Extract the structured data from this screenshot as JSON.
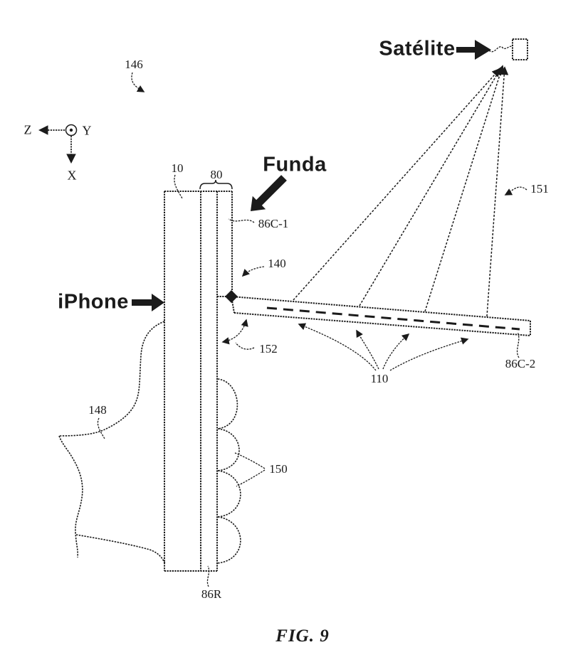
{
  "figure": {
    "caption": "FIG. 9",
    "labels": {
      "satellite": "Satélite",
      "case": "Funda",
      "phone": "iPhone"
    },
    "axes": {
      "x": "X",
      "y": "Y",
      "z": "Z"
    },
    "references": {
      "r146": "146",
      "r10": "10",
      "r80": "80",
      "r86c1": "86C-1",
      "r140": "140",
      "r151": "151",
      "r152": "152",
      "r148": "148",
      "r150": "150",
      "r110": "110",
      "r86c2": "86C-2",
      "r86r": "86R"
    },
    "colors": {
      "ink": "#1b1b1b",
      "background": "#ffffff"
    }
  }
}
